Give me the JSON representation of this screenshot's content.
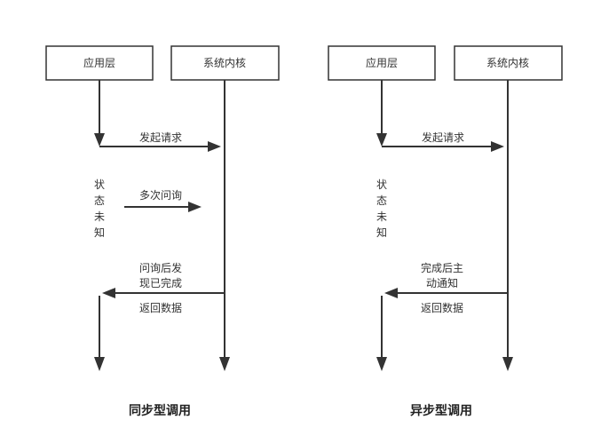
{
  "diagrams": [
    {
      "title": "同步型调用",
      "actor_left": "应用层",
      "actor_right": "系统内核",
      "request_label": "发起请求",
      "state_label": [
        "状",
        "态",
        "未",
        "知"
      ],
      "poll_label": "多次问询",
      "notice_label": [
        "问询后发",
        "现已完成"
      ],
      "return_label": "返回数据"
    },
    {
      "title": "异步型调用",
      "actor_left": "应用层",
      "actor_right": "系统内核",
      "request_label": "发起请求",
      "state_label": [
        "状",
        "态",
        "未",
        "知"
      ],
      "notice_label": [
        "完成后主",
        "动通知"
      ],
      "return_label": "返回数据"
    }
  ]
}
